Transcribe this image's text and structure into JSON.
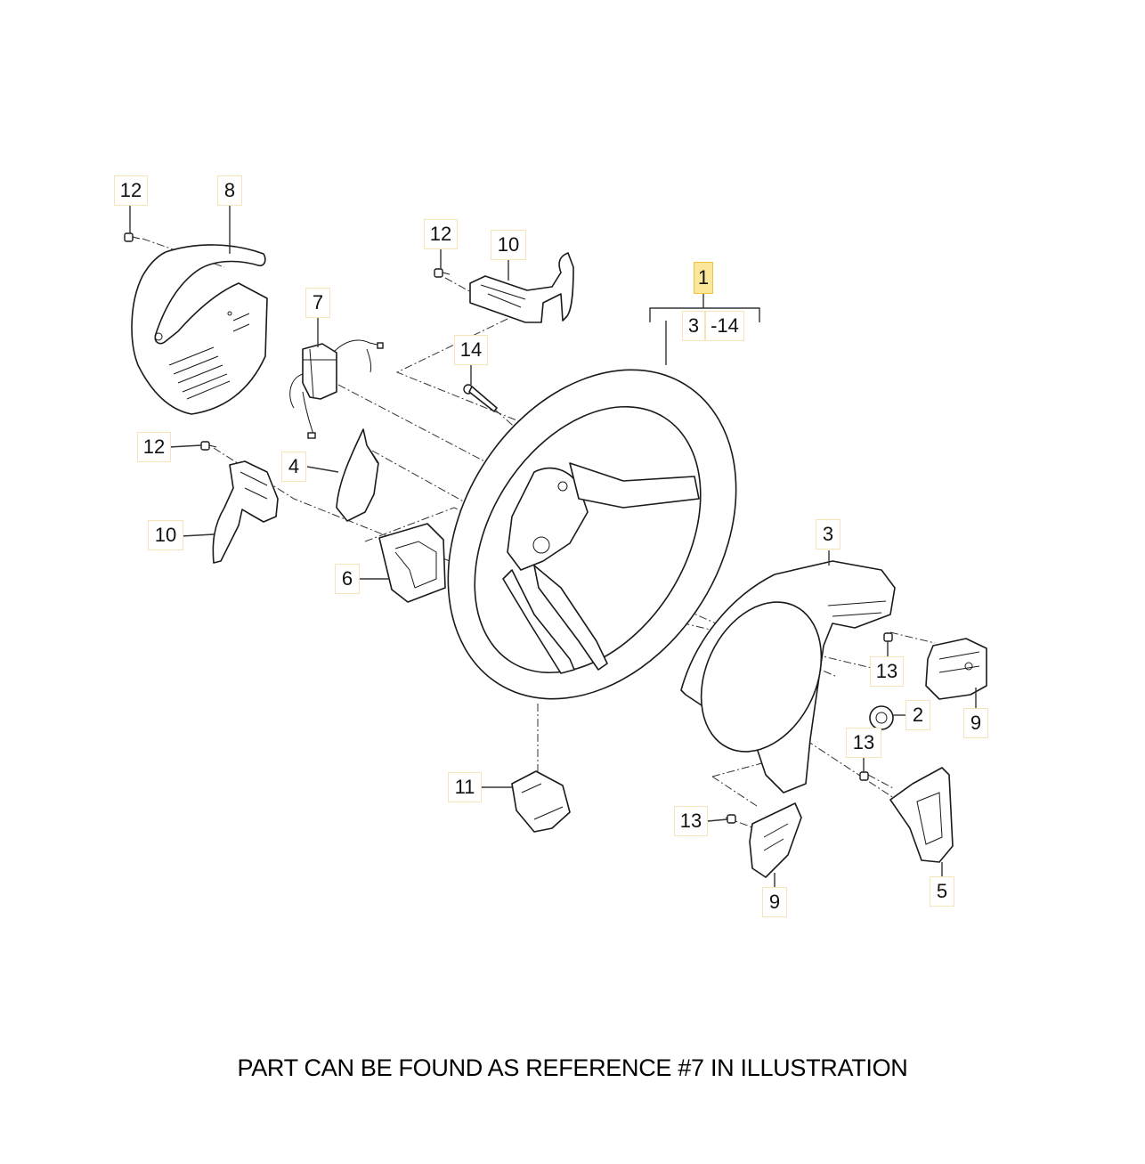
{
  "diagram": {
    "title": "Steering wheel exploded parts illustration",
    "assembly": {
      "number": "1",
      "range_from": "3",
      "range_to": "-14",
      "highlighted": true,
      "highlight_color": "#fbe79a"
    },
    "callouts": [
      {
        "id": "c12a",
        "label": "12",
        "part": "screw"
      },
      {
        "id": "c8",
        "label": "8",
        "part": "column-shroud"
      },
      {
        "id": "c12b",
        "label": "12",
        "part": "screw"
      },
      {
        "id": "c10a",
        "label": "10",
        "part": "shift-paddle-right"
      },
      {
        "id": "c7",
        "label": "7",
        "part": "clock-spring-wiring"
      },
      {
        "id": "c14",
        "label": "14",
        "part": "bolt"
      },
      {
        "id": "c12c",
        "label": "12",
        "part": "screw"
      },
      {
        "id": "c4",
        "label": "4",
        "part": "trim-cover"
      },
      {
        "id": "c10b",
        "label": "10",
        "part": "shift-paddle-left"
      },
      {
        "id": "c6",
        "label": "6",
        "part": "control-module"
      },
      {
        "id": "c3",
        "label": "3",
        "part": "wheel-trim-bezel"
      },
      {
        "id": "c13a",
        "label": "13",
        "part": "screw"
      },
      {
        "id": "c2",
        "label": "2",
        "part": "plug"
      },
      {
        "id": "c9a",
        "label": "9",
        "part": "switch-right"
      },
      {
        "id": "c13b",
        "label": "13",
        "part": "screw"
      },
      {
        "id": "c11",
        "label": "11",
        "part": "electronic-module"
      },
      {
        "id": "c13c",
        "label": "13",
        "part": "screw"
      },
      {
        "id": "c9b",
        "label": "9",
        "part": "switch-left"
      },
      {
        "id": "c5",
        "label": "5",
        "part": "lower-trim-cover"
      }
    ],
    "caption": "PART CAN BE FOUND AS REFERENCE #7 IN ILLUSTRATION"
  }
}
